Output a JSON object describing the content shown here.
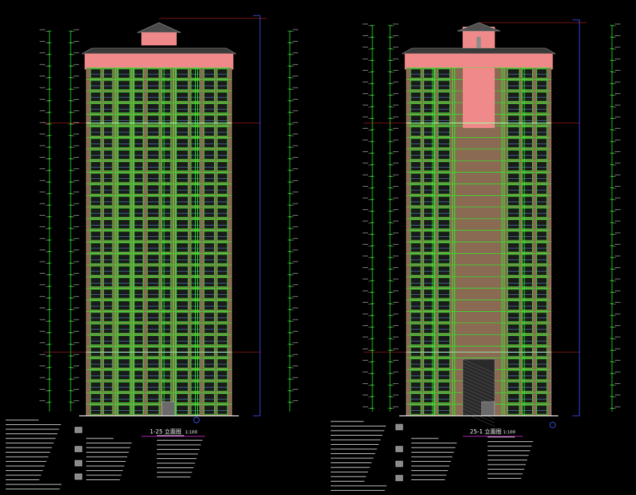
{
  "drawing": {
    "background": "#000000",
    "colors": {
      "roof_pink": "#f08a8a",
      "window_green": "#22ff22",
      "wall_brown": "#8a6a52",
      "dim_line": "#22ff22",
      "leader_blue": "#3a5bff",
      "mark_red": "#ff3030",
      "core_gray": "#8c8c8c"
    },
    "elevations": [
      {
        "id": "left",
        "title": "1-25 立面图",
        "scale": "1:100"
      },
      {
        "id": "right",
        "title": "25-1 立面图",
        "scale": "1:100"
      }
    ]
  }
}
